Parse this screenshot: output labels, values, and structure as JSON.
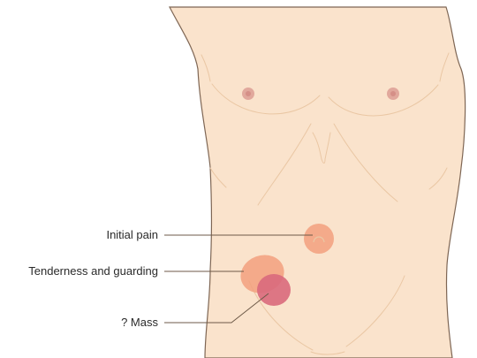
{
  "labels": {
    "initial_pain": "Initial pain",
    "tenderness_guarding": "Tenderness and guarding",
    "mass": "? Mass"
  },
  "colors": {
    "skin": "#fae3cc",
    "skin_shadow": "#eac7a4",
    "outline": "#7e6654",
    "initial_pain_fill": "#f2a07e",
    "tenderness_fill": "#f2a07e",
    "mass_fill": "#d9697c",
    "nipple": "#d58f87",
    "leader_line": "#6e5a48"
  }
}
